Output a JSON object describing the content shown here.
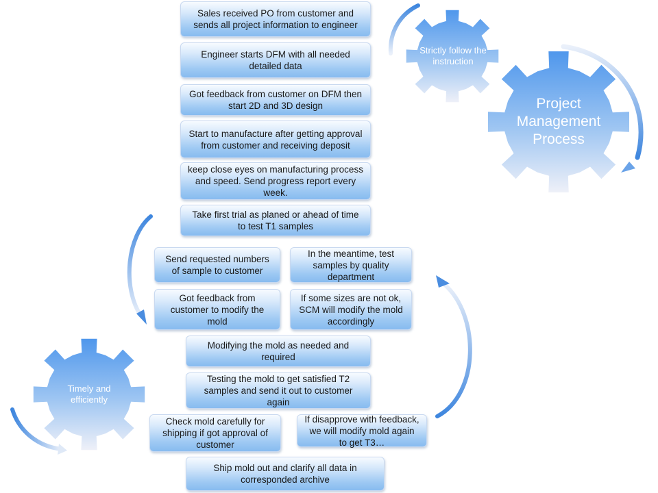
{
  "colors": {
    "gear_top": "#4f97ec",
    "gear_bottom": "#eef0f8",
    "box_top": "#f7fbff",
    "box_bottom": "#87bbef",
    "arrow_dark": "#3e86de",
    "arrow_light": "#eaf0fa"
  },
  "steps": {
    "s1": "Sales received PO from customer and sends all project information to engineer",
    "s2": "Engineer starts DFM with all needed detailed data",
    "s3": "Got feedback from customer on DFM then start 2D and 3D design",
    "s4": "Start to manufacture after getting approval from customer  and receiving deposit",
    "s5": "keep close eyes on manufacturing process and speed. Send progress report every week.",
    "s6": "Take first trial as planed or ahead of time to test T1 samples",
    "s7a": "Send requested numbers of sample to customer",
    "s7b": "In the meantime, test samples by quality department",
    "s8a": "Got feedback from customer to modify the mold",
    "s8b": "If some sizes are not ok, SCM will  modify the mold accordingly",
    "s9": "Modifying the mold  as needed and required",
    "s10": "Testing the mold to get satisfied T2 samples and send it out  to customer again",
    "s11a": "Check mold  carefully for shipping if got approval of customer",
    "s11b": "If disapprove with feedback, we will modify mold again to get T3…",
    "s12": "Ship mold out and clarify all data in corresponded archive"
  },
  "gears": {
    "top_small": "Strictly follow  the  instruction",
    "big": "Project Management Process",
    "bottom_left": "Timely and efficiently"
  }
}
